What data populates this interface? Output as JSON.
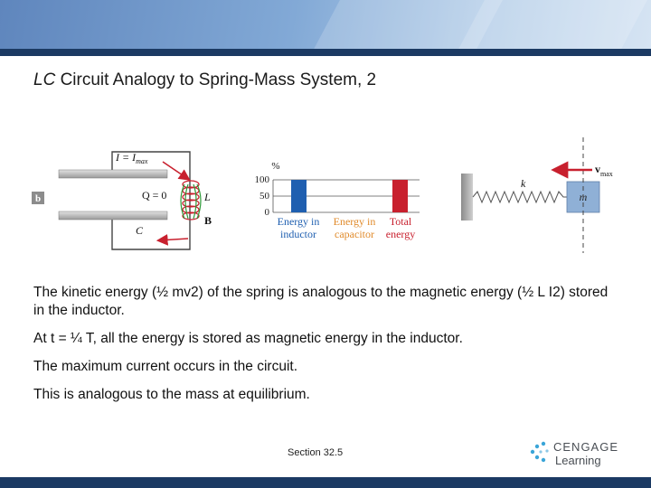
{
  "slide": {
    "title_italic": "LC",
    "title_rest": " Circuit Analogy to Spring-Mass System, 2"
  },
  "figure": {
    "panel_label": "b",
    "circuit": {
      "current_label": "I = I",
      "current_sub": "max",
      "charge_label": "Q = 0",
      "inductor_label": "L",
      "field_label": "B",
      "capacitor_label": "C"
    },
    "bar_chart": {
      "unit": "%",
      "ticks": [
        "100",
        "50",
        "0"
      ],
      "legend": [
        {
          "line1": "Energy in",
          "line2": "inductor",
          "color": "#1f5fb0"
        },
        {
          "line1": "Energy in",
          "line2": "capacitor",
          "color": "#e08a2a"
        },
        {
          "line1": "Total",
          "line2": "energy",
          "color": "#c8202e"
        }
      ]
    },
    "spring_mass": {
      "spring_label": "k",
      "mass_label": "m",
      "velocity_label": "v",
      "velocity_sub": "max"
    }
  },
  "body": {
    "p1": "The kinetic energy (½ mv2) of the spring is analogous to the magnetic energy (½ L I2)  stored in the inductor.",
    "p2": "At t = ¼ T, all the energy is stored as magnetic energy in the inductor.",
    "p3": "The maximum current occurs in the circuit.",
    "p4": "This is analogous to the mass at equilibrium."
  },
  "footer": {
    "section": "Section  32.5",
    "logo_line1": "CENGAGE",
    "logo_line2": "Learning"
  },
  "colors": {
    "dark_bar": "#1b3a63",
    "inductor_bar": "#1f5fb0",
    "total_bar": "#c8202e",
    "arrow_red": "#c8202e",
    "mass_blue": "#8fb0d6"
  }
}
